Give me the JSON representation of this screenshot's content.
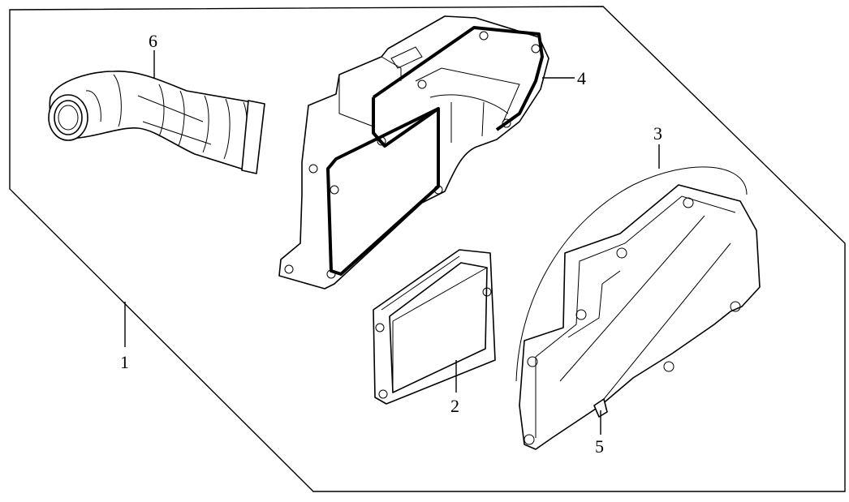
{
  "diagram": {
    "callouts": [
      {
        "id": "1",
        "label": "1"
      },
      {
        "id": "2",
        "label": "2"
      },
      {
        "id": "3",
        "label": "3"
      },
      {
        "id": "4",
        "label": "4"
      },
      {
        "id": "5",
        "label": "5"
      },
      {
        "id": "6",
        "label": "6"
      }
    ],
    "parts": [
      {
        "id": "6",
        "icon": "intake-hose-icon"
      },
      {
        "id": "4",
        "icon": "air-box-housing-icon"
      },
      {
        "id": "2",
        "icon": "air-filter-element-icon"
      },
      {
        "id": "3",
        "icon": "air-box-cover-icon"
      },
      {
        "id": "5",
        "icon": "cover-screw-icon"
      }
    ],
    "colors": {
      "stroke": "#000000",
      "background": "#ffffff"
    }
  }
}
